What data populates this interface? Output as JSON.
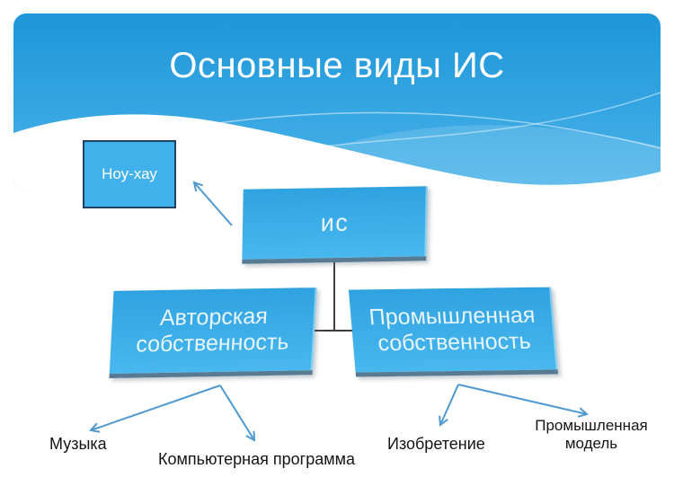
{
  "slide": {
    "title": "Основные виды ИС",
    "colors": {
      "header_gradient_top": "#1e96d8",
      "header_gradient_bottom": "#4ab3ea",
      "box_fill": "#3bafe9",
      "box_bevel": "#567b92",
      "knowhow_border": "#20415f",
      "box_text": "#e8f5fd",
      "arrow": "#4f9ad2",
      "connector": "#3f3f3f",
      "label_text": "#151515"
    }
  },
  "diagram": {
    "nodes": {
      "know_how": {
        "label": "Ноу-хау"
      },
      "is": {
        "label": "ис"
      },
      "author": {
        "label": "Авторская собственность"
      },
      "industrial": {
        "label": "Промышленная собственность"
      }
    },
    "leaves": {
      "music": {
        "label": "Музыка"
      },
      "program": {
        "label": "Компьютерная программа"
      },
      "invention": {
        "label": "Изобретение"
      },
      "model": {
        "label": "Промышленная модель"
      }
    }
  }
}
